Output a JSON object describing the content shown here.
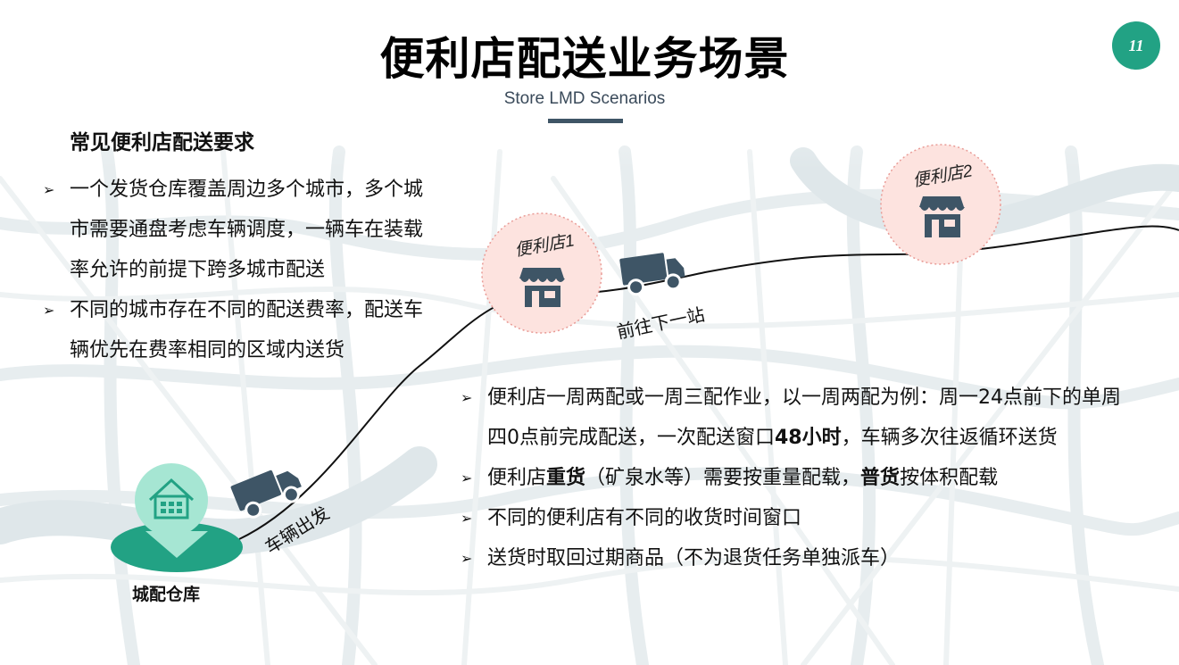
{
  "header": {
    "title": "便利店配送业务场景",
    "subtitle": "Store LMD Scenarios",
    "page_number": "11",
    "accent_color": "#22a284"
  },
  "requirements": {
    "heading": "常见便利店配送要求",
    "items": [
      "一个发货仓库覆盖周边多个城市，多个城市需要通盘考虑车辆调度，一辆车在装载率允许的前提下跨多城市配送",
      "不同的城市存在不同的配送费率，配送车辆优先在费率相同的区域内送货"
    ]
  },
  "diagram": {
    "warehouse_label": "城配仓库",
    "depart_label": "车辆出发",
    "next_stop_label": "前往下一站",
    "store1_label": "便利店1",
    "store2_label": "便利店2",
    "icons": [
      "warehouse-icon",
      "truck-icon",
      "store-icon"
    ]
  },
  "details": {
    "item1": {
      "pre": "便利店一周两配或一周三配作业，以一周两配为例：周一24点前下的单周四0点前完成配送，一次配送窗口",
      "bold": "48小时",
      "post": "，车辆多次往返循环送货"
    },
    "item2": {
      "pre": "便利店",
      "bold1": "重货",
      "mid": "（矿泉水等）需要按重量配载，",
      "bold2": "普货",
      "post": "按体积配载"
    },
    "item3": "不同的便利店有不同的收货时间窗口",
    "item4": "送货时取回过期商品（不为退货任务单独派车）"
  }
}
